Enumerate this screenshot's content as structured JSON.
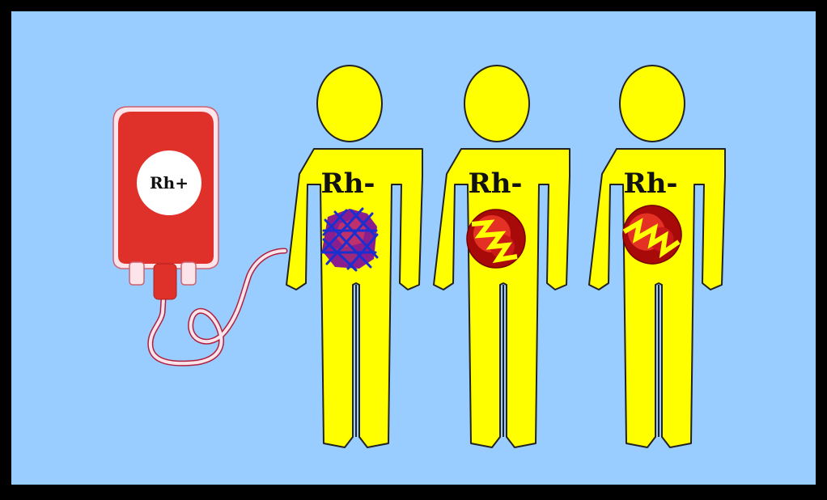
{
  "colors": {
    "background": "#99ccff",
    "frame": "#000000",
    "person": "#ffff00",
    "bag": "#e0302a",
    "tube": "#fbe4ea",
    "cell_dark": "#a80a0a",
    "cell_light": "#e53024",
    "crosshatch_blue": "#1a2fd0",
    "crosshatch_purple": "#7a1e8c"
  },
  "blood_bag": {
    "label": "Rh+",
    "icon": "blood-bag-icon"
  },
  "people": [
    {
      "label": "Rh-",
      "cells": "clumped"
    },
    {
      "label": "Rh-",
      "cells": "cracked"
    },
    {
      "label": "Rh-",
      "cells": "cracked"
    }
  ]
}
